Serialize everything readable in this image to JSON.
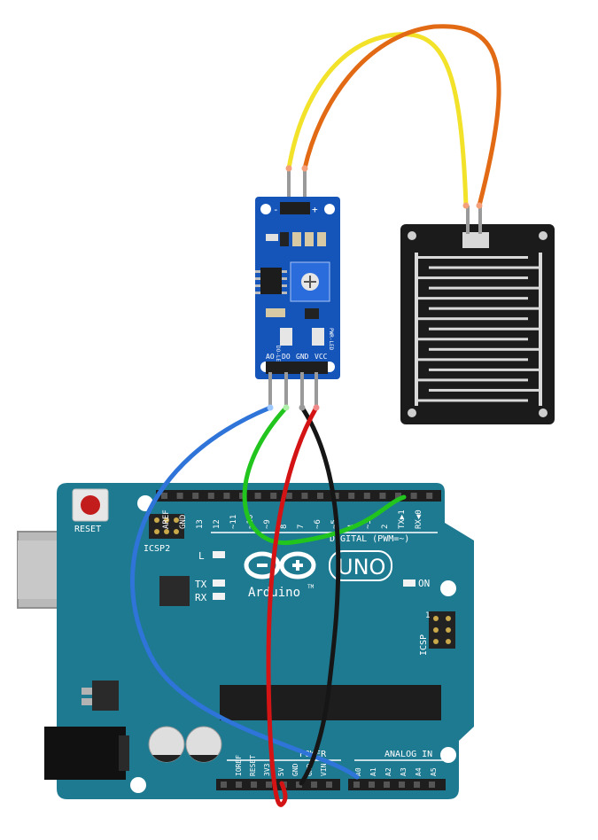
{
  "colors": {
    "board": "#1e7a91",
    "board_dark": "#155f71",
    "module": "#1554b8",
    "sensor_pad": "#1b1b1b",
    "trace": "#d9d9d9",
    "wire_yellow": "#f2e22a",
    "wire_orange": "#e26a14",
    "wire_blue": "#2f74d9",
    "wire_green": "#22c41e",
    "wire_red": "#d41414",
    "wire_black": "#161616"
  },
  "module": {
    "header_minus": "-",
    "header_plus": "+",
    "pin_labels": [
      "AO",
      "DO",
      "GND",
      "VCC"
    ],
    "led_left": "DO-LED",
    "led_right": "PWR-LED"
  },
  "arduino": {
    "reset_label": "RESET",
    "icsp2_label": "ICSP2",
    "icsp_label": "ICSP",
    "icsp_one": "1",
    "led_l": "L",
    "led_tx": "TX",
    "led_rx": "RX",
    "led_on": "ON",
    "logo_text": "Arduino",
    "tm": "TM",
    "uno": "UNO",
    "digital_label": "DIGITAL (PWM=~)",
    "top_pins": [
      "AREF",
      "GND",
      "13",
      "12",
      "~11",
      "~10",
      "~9",
      "8",
      "7",
      "~6",
      "~5",
      "4",
      "~3",
      "2",
      "TX▶1",
      "RX◀0"
    ],
    "power_label": "POWER",
    "power_pins": [
      "IOREF",
      "RESET",
      "3V3",
      "5V",
      "GND",
      "GND",
      "VIN"
    ],
    "analog_label": "ANALOG IN",
    "analog_pins": [
      "A0",
      "A1",
      "A2",
      "A3",
      "A4",
      "A5"
    ]
  }
}
